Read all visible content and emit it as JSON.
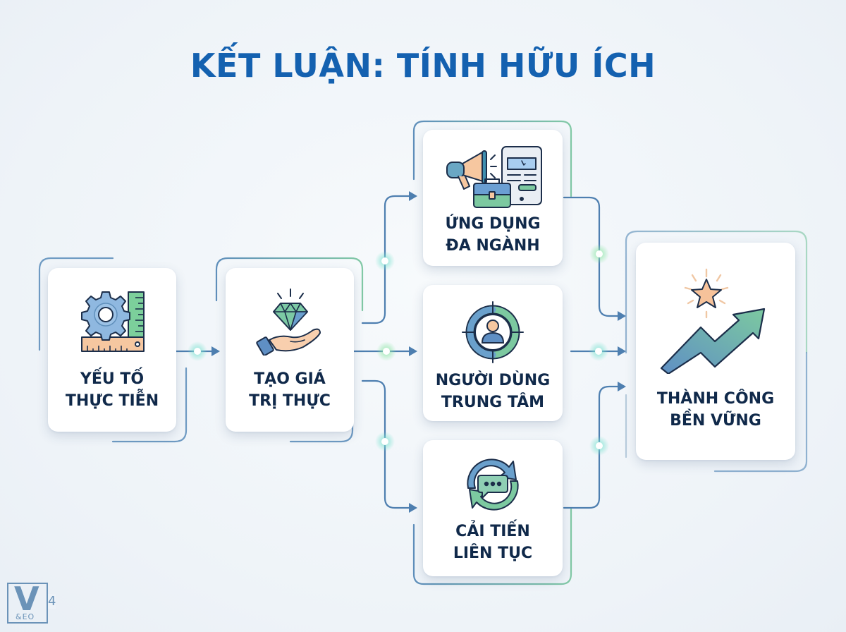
{
  "title": "KẾT LUẬN: TÍNH HỮU ÍCH",
  "colors": {
    "title": "#1461b0",
    "label": "#10294a",
    "connector": "#4e7fb0",
    "accent_green": "#7cc9a0",
    "node_glow": "#7fe3d2"
  },
  "nodes": [
    {
      "id": "practical",
      "icon": "gear-ruler-icon",
      "line1": "YẾU TỐ",
      "line2": "THỰC TIỄN"
    },
    {
      "id": "value",
      "icon": "diamond-hand-icon",
      "line1": "TẠO GIÁ",
      "line2": "TRỊ THỰC"
    },
    {
      "id": "multi",
      "icon": "megaphone-briefcase-tablet-icon",
      "line1": "ỨNG DỤNG",
      "line2": "ĐA NGÀNH"
    },
    {
      "id": "user",
      "icon": "user-target-icon",
      "line1": "NGƯỜI DÙNG",
      "line2": "TRUNG TÂM"
    },
    {
      "id": "improve",
      "icon": "refresh-chat-icon",
      "line1": "CẢI TIẾN",
      "line2": "LIÊN TỤC"
    },
    {
      "id": "success",
      "icon": "star-growth-arrow-icon",
      "line1": "THÀNH CÔNG",
      "line2": "BỀN VỮNG"
    }
  ],
  "edges": [
    {
      "from": "practical",
      "to": "value"
    },
    {
      "from": "value",
      "to": "multi"
    },
    {
      "from": "value",
      "to": "user"
    },
    {
      "from": "value",
      "to": "improve"
    },
    {
      "from": "multi",
      "to": "success"
    },
    {
      "from": "user",
      "to": "success"
    },
    {
      "from": "improve",
      "to": "success"
    }
  ],
  "logo": {
    "letter": "V",
    "number": "4",
    "sub": "&EO"
  }
}
